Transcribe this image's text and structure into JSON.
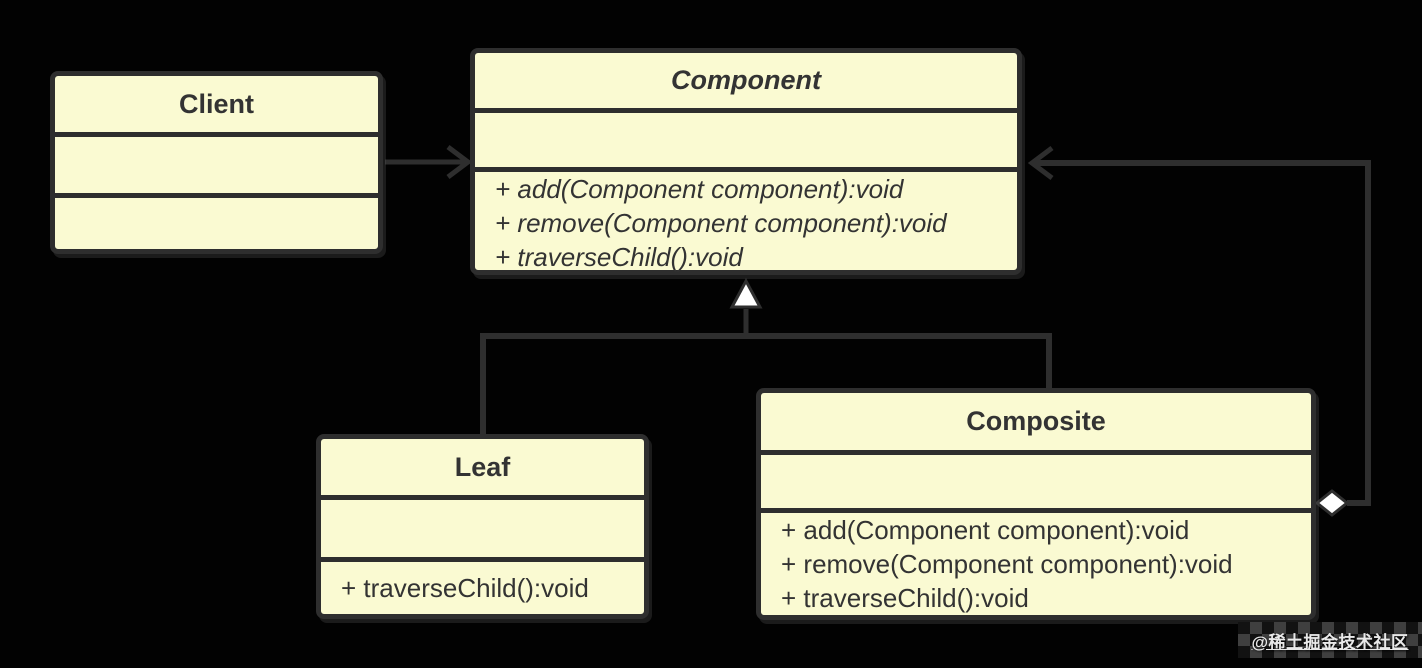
{
  "palette": {
    "background": "#020202",
    "box_fill": "#FAFAD2",
    "box_border": "#2e2e2e",
    "connector": "#2e2e2e",
    "text": "#333333",
    "marker_fill": "#ffffff"
  },
  "classes": {
    "client": {
      "name": "Client",
      "abstract": false,
      "attributes": [],
      "methods": []
    },
    "component": {
      "name": "Component",
      "abstract": true,
      "attributes": [],
      "methods": [
        "+ add(Component component):void",
        "+ remove(Component component):void",
        "+ traverseChild():void"
      ]
    },
    "leaf": {
      "name": "Leaf",
      "abstract": false,
      "attributes": [],
      "methods": [
        "+ traverseChild():void"
      ]
    },
    "composite": {
      "name": "Composite",
      "abstract": false,
      "attributes": [],
      "methods": [
        "+ add(Component component):void",
        "+ remove(Component component):void",
        "+ traverseChild():void"
      ]
    }
  },
  "relationships": [
    {
      "type": "association",
      "from": "Client",
      "to": "Component",
      "marker": "open-arrow"
    },
    {
      "type": "generalization",
      "from": "Leaf",
      "to": "Component",
      "marker": "hollow-triangle"
    },
    {
      "type": "generalization",
      "from": "Composite",
      "to": "Component",
      "marker": "hollow-triangle"
    },
    {
      "type": "aggregation",
      "from": "Composite",
      "to": "Component",
      "marker": "hollow-diamond"
    }
  ],
  "watermark": {
    "text": "@稀土掘金技术社区"
  }
}
